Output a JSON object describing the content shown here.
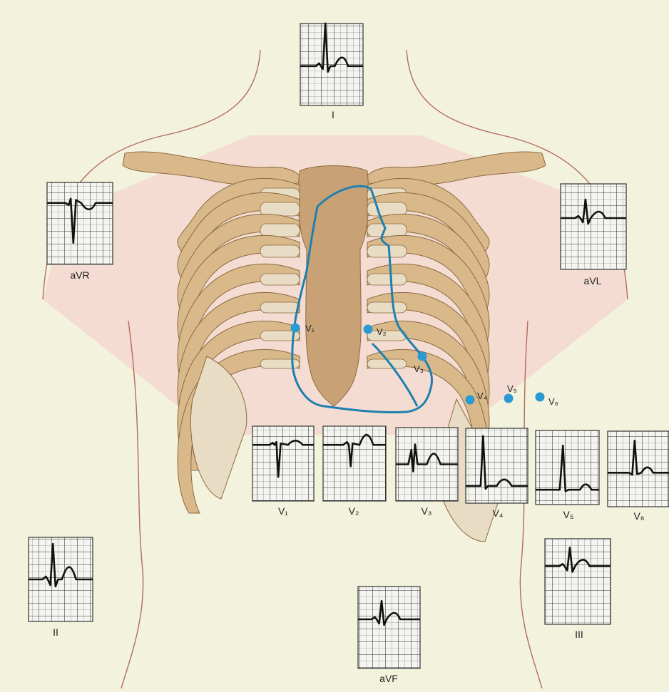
{
  "leads": {
    "I": {
      "label": "I"
    },
    "aVR": {
      "label": "aVR"
    },
    "aVL": {
      "label": "aVL"
    },
    "II": {
      "label": "II"
    },
    "III": {
      "label": "III"
    },
    "aVF": {
      "label": "aVF"
    },
    "V1": {
      "label": "V₁"
    },
    "V2": {
      "label": "V₂"
    },
    "V3": {
      "label": "V₃"
    },
    "V4": {
      "label": "V₄"
    },
    "V5": {
      "label": "V₅"
    },
    "V6": {
      "label": "V₆"
    }
  },
  "electrodes": {
    "V1": "V₁",
    "V2": "V₂",
    "V3": "V₃",
    "V4": "V₄",
    "V5": "V₅",
    "V6": "V₆"
  },
  "colors": {
    "background": "#f3f3dd",
    "skin_tint": "#f4c9c9",
    "bone": "#d9b88a",
    "bone_light": "#e9dcc4",
    "heart_outline": "#1f7fae",
    "electrode": "#2a9ad3",
    "ecg_grid": "#555555",
    "ecg_trace": "#111111"
  }
}
